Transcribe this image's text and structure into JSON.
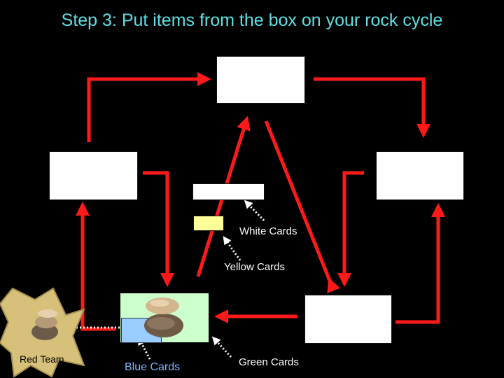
{
  "slide": {
    "title": "Step 3: Put items from the box on your rock cycle"
  },
  "labels": {
    "white_cards": "White Cards",
    "yellow_cards": "Yellow Cards",
    "red_team": "Red Team",
    "blue_cards": "Blue Cards",
    "green_cards": "Green Cards"
  },
  "colors": {
    "background": "#000000",
    "title": "#5ce1e6",
    "arrow": "#ff1a1a",
    "card_white": "#ffffff",
    "card_yellow": "#ffff99",
    "card_green": "#ccffcc",
    "card_blue": "#99ccff",
    "team_badge": "#d6c07a"
  }
}
